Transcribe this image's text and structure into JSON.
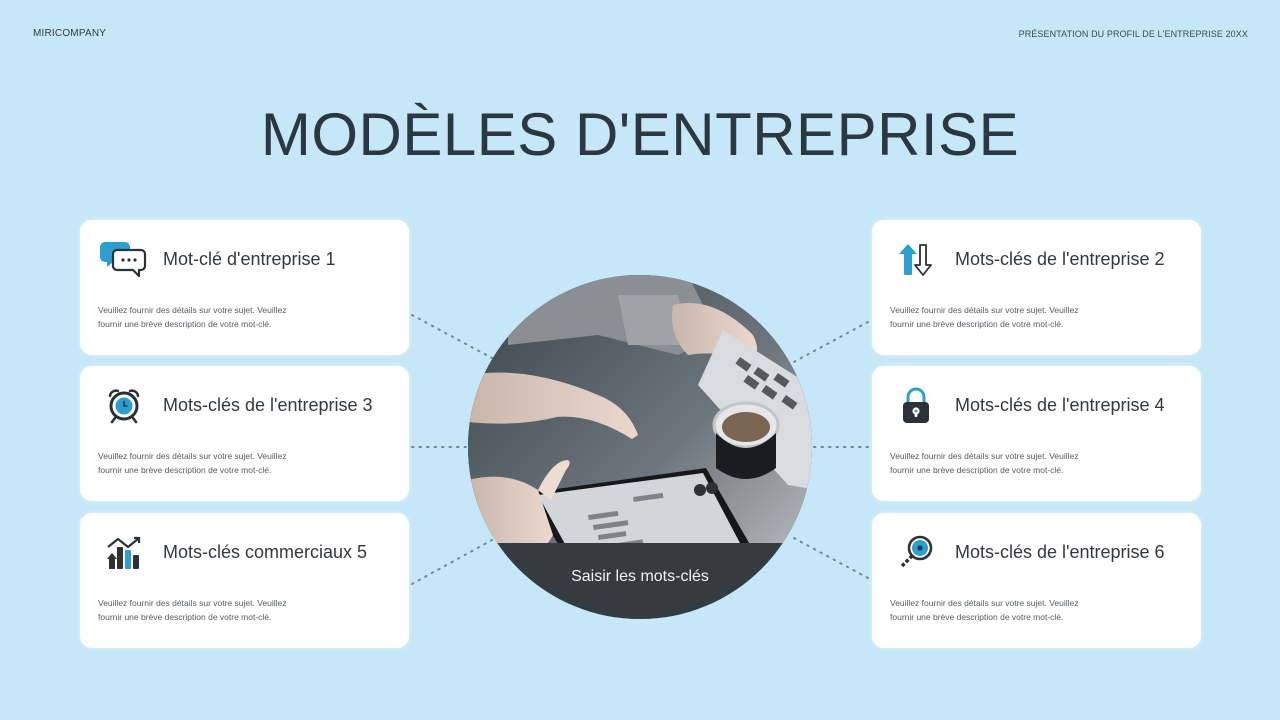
{
  "header": {
    "brand": "MIRICOMPANY",
    "subtitle": "PRÉSENTATION DU PROFIL DE L'ENTREPRISE 20XX"
  },
  "page": {
    "title": "MODÈLES D'ENTREPRISE"
  },
  "hub": {
    "image": "business-meeting-tablet-photo",
    "caption": "Saisir les mots-clés"
  },
  "colors": {
    "background": "#c6e7f8",
    "accent": "#2a9fd0",
    "dark": "#2b3840",
    "card": "#ffffff",
    "caption_bg": "#343b41",
    "connector": "#6f8796"
  },
  "cards": [
    {
      "icon": "chat-bubbles-icon",
      "title": "Mot-clé d'entreprise 1",
      "desc_line1": "Veuillez fournir des détails sur votre sujet. Veuillez",
      "desc_line2": "fournir une brève description de votre mot-clé."
    },
    {
      "icon": "up-down-arrows-icon",
      "title": "Mots-clés de l'entreprise 2",
      "desc_line1": "Veuillez fournir des détails sur votre sujet. Veuillez",
      "desc_line2": "fournir une brève description de votre mot-clé."
    },
    {
      "icon": "alarm-clock-icon",
      "title": "Mots-clés de l'entreprise 3",
      "desc_line1": "Veuillez fournir des détails sur votre sujet. Veuillez",
      "desc_line2": "fournir une brève description de votre mot-clé."
    },
    {
      "icon": "padlock-icon",
      "title": "Mots-clés de l'entreprise 4",
      "desc_line1": "Veuillez fournir des détails sur votre sujet. Veuillez",
      "desc_line2": "fournir une brève description de votre mot-clé."
    },
    {
      "icon": "growth-chart-icon",
      "title": "Mots-clés commerciaux 5",
      "desc_line1": "Veuillez fournir des détails sur votre sujet. Veuillez",
      "desc_line2": "fournir une brève description de votre mot-clé."
    },
    {
      "icon": "magnifier-icon",
      "title": "Mots-clés de l'entreprise 6",
      "desc_line1": "Veuillez fournir des détails sur votre sujet. Veuillez",
      "desc_line2": "fournir une brève description de votre mot-clé."
    }
  ]
}
